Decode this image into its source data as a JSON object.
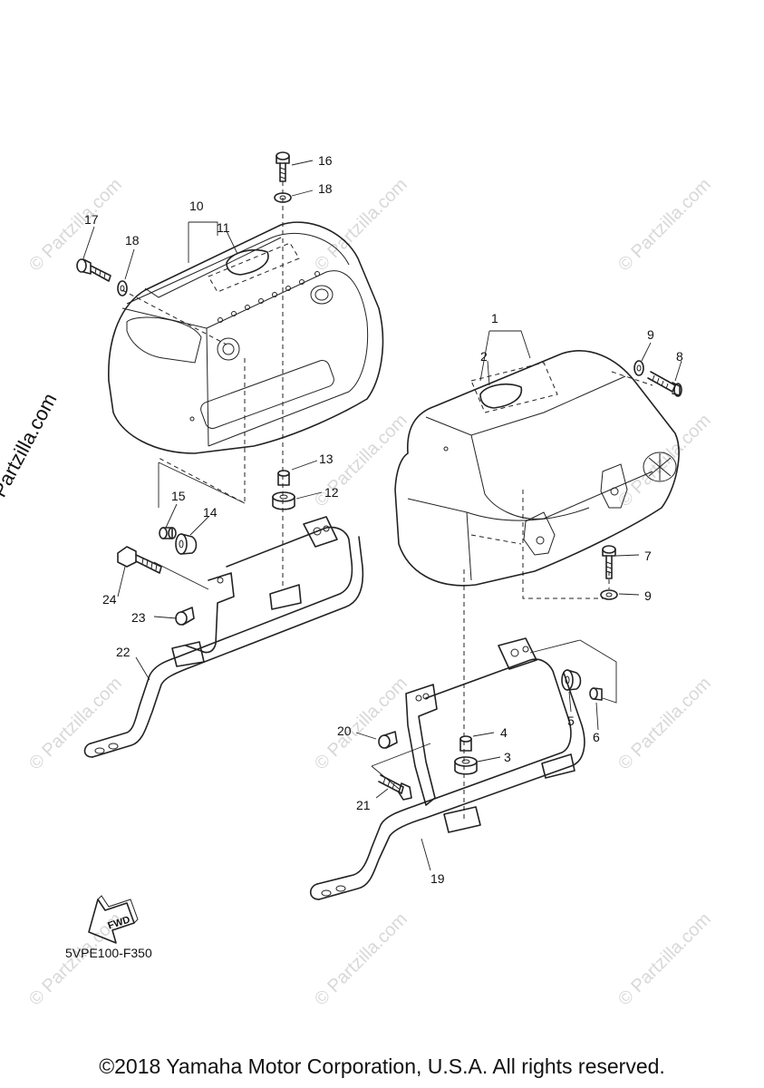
{
  "callouts": {
    "c1": "1",
    "c2": "2",
    "c3": "3",
    "c4": "4",
    "c5": "5",
    "c6": "6",
    "c7": "7",
    "c8": "8",
    "c9a": "9",
    "c9b": "9",
    "c10": "10",
    "c11": "11",
    "c12": "12",
    "c13": "13",
    "c14": "14",
    "c15": "15",
    "c16": "16",
    "c17": "17",
    "c18a": "18",
    "c18b": "18",
    "c19": "19",
    "c20": "20",
    "c21": "21",
    "c22": "22",
    "c23": "23",
    "c24": "24"
  },
  "fwd_label": "FWD",
  "diagram_code": "5VPE100-F350",
  "watermark_main": "© Partzilla.com",
  "watermark_tile": "© Partzilla.com",
  "copyright": "©2018 Yamaha Motor Corporation, U.S.A. All rights reserved."
}
